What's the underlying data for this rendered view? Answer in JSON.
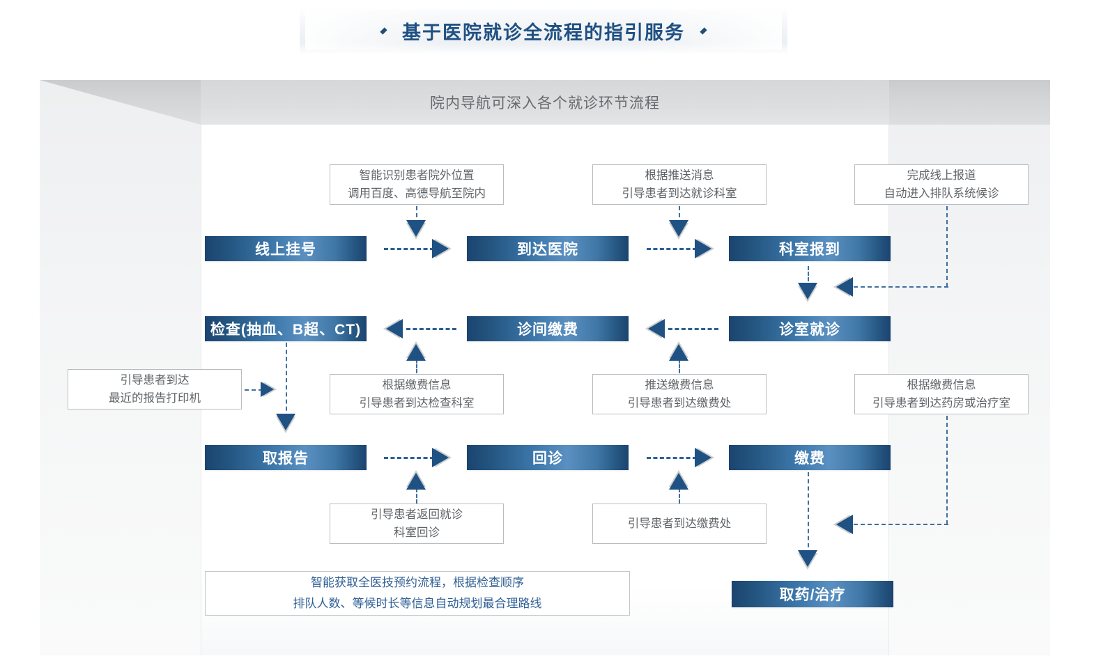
{
  "page": {
    "title": "基于医院就诊全流程的指引服务",
    "subtitle": "院内导航可深入各个就诊环节流程",
    "accent_color": "#1f5082",
    "box_gradient_dark": "#1b4470",
    "box_gradient_light": "#5a90c1",
    "connector_color": "#2c6094",
    "note_border_color": "#b9bcbf",
    "note_text_color": "#5f6367"
  },
  "process_boxes": [
    {
      "id": "online-registration",
      "label": "线上挂号"
    },
    {
      "id": "arrive-hospital",
      "label": "到达医院"
    },
    {
      "id": "department-checkin",
      "label": "科室报到"
    },
    {
      "id": "examination",
      "label": "检查(抽血、B超、CT)"
    },
    {
      "id": "in-clinic-payment",
      "label": "诊间缴费"
    },
    {
      "id": "clinic-visit",
      "label": "诊室就诊"
    },
    {
      "id": "collect-report",
      "label": "取报告"
    },
    {
      "id": "revisit",
      "label": "回诊"
    },
    {
      "id": "payment",
      "label": "缴费"
    },
    {
      "id": "medicine-treatment",
      "label": "取药/治疗"
    }
  ],
  "notes": [
    {
      "id": "note-outside-location",
      "lines": [
        "智能识别患者院外位置",
        "调用百度、高德导航至院内"
      ]
    },
    {
      "id": "note-push-message",
      "lines": [
        "根据推送消息",
        "引导患者到达就诊科室"
      ]
    },
    {
      "id": "note-online-checkin",
      "lines": [
        "完成线上报道",
        "自动进入排队系统候诊"
      ]
    },
    {
      "id": "note-nearest-printer",
      "lines": [
        "引导患者到达",
        "最近的报告打印机"
      ]
    },
    {
      "id": "note-payment-to-exam",
      "lines": [
        "根据缴费信息",
        "引导患者到达检查科室"
      ]
    },
    {
      "id": "note-push-payment",
      "lines": [
        "推送缴费信息",
        "引导患者到达缴费处"
      ]
    },
    {
      "id": "note-pharmacy",
      "lines": [
        "根据缴费信息",
        "引导患者到达药房或治疗室"
      ]
    },
    {
      "id": "note-return-clinic",
      "lines": [
        "引导患者返回就诊",
        "科室回诊"
      ]
    },
    {
      "id": "note-go-payment",
      "lines": [
        "引导患者到达缴费处"
      ]
    },
    {
      "id": "note-smart-route",
      "lines": [
        "智能获取全医技预约流程，根据检查顺序",
        "排队人数、等候时长等信息自动规划最合理路线"
      ]
    }
  ]
}
